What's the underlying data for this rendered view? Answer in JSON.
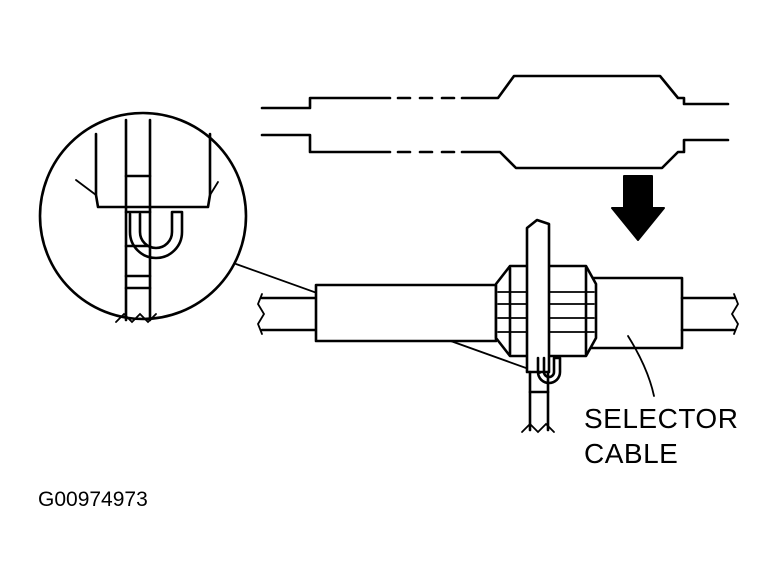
{
  "diagram": {
    "callout_label_lines": [
      "SELECTOR",
      "CABLE"
    ],
    "figure_id": "G00974973"
  },
  "colors": {
    "ink": "#000000",
    "background": "#ffffff"
  }
}
